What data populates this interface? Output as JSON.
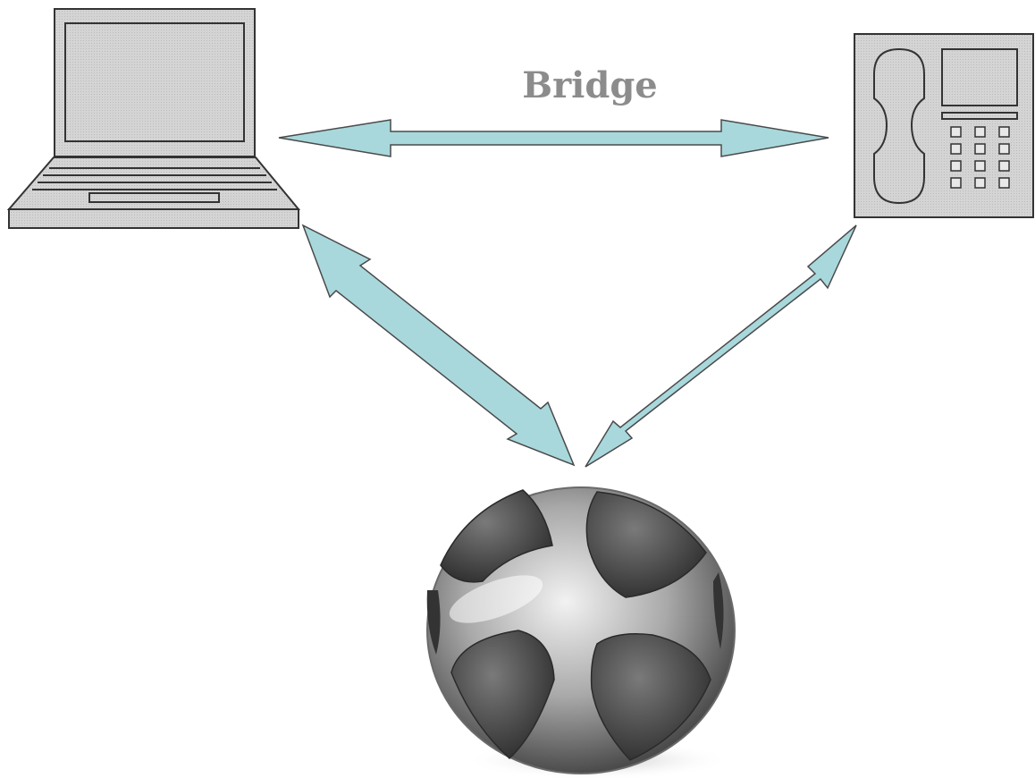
{
  "diagram": {
    "bridge_label": "Bridge",
    "nodes": [
      {
        "id": "laptop",
        "icon": "laptop-icon"
      },
      {
        "id": "desk-phone",
        "icon": "desk-phone-icon"
      },
      {
        "id": "conference-speaker",
        "icon": "conference-speakerphone-icon"
      }
    ],
    "links": [
      {
        "from": "laptop",
        "to": "desk-phone",
        "kind": "bidirectional"
      },
      {
        "from": "laptop",
        "to": "conference-speaker",
        "kind": "bidirectional"
      },
      {
        "from": "desk-phone",
        "to": "conference-speaker",
        "kind": "bidirectional"
      }
    ],
    "colors": {
      "arrow_fill": "#a8d8dc",
      "arrow_stroke": "#4a4a4a",
      "device_fill": "#d2d2d2",
      "device_stroke": "#333333",
      "label": "#8c8c8c"
    }
  }
}
